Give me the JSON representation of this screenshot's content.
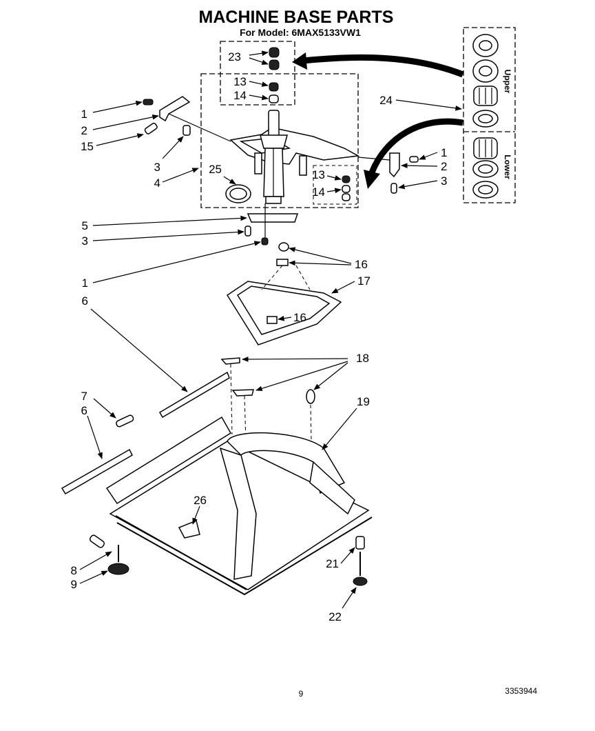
{
  "title": "MACHINE BASE PARTS",
  "subtitle": "For Model: 6MAX5133VW1",
  "page_number": "9",
  "doc_number": "3353944",
  "bearing_labels": {
    "upper": "Upper",
    "lower": "Lower"
  },
  "callouts": {
    "c23": "23",
    "c13a": "13",
    "c14a": "14",
    "c24": "24",
    "c1a": "1",
    "c2a": "2",
    "c15": "15",
    "c3a": "3",
    "c4": "4",
    "c25": "25",
    "c13b": "13",
    "c14b": "14",
    "c1r": "1",
    "c2r": "2",
    "c3r": "3",
    "c5": "5",
    "c3b": "3",
    "c1b": "1",
    "c16a": "16",
    "c17": "17",
    "c16b": "16",
    "c6a": "6",
    "c7": "7",
    "c6b": "6",
    "c18": "18",
    "c19": "19",
    "c26": "26",
    "c8": "8",
    "c9": "9",
    "c21": "21",
    "c22": "22"
  }
}
